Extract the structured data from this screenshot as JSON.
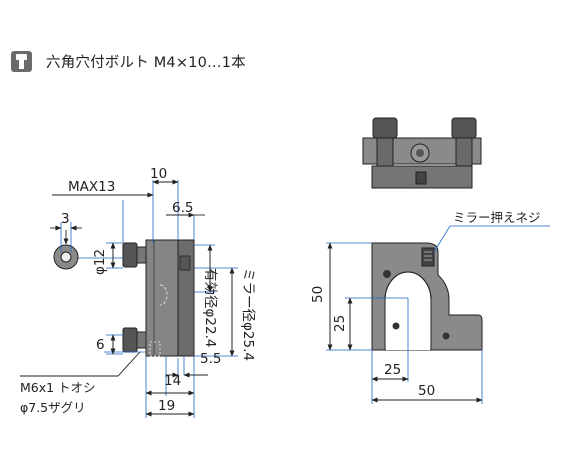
{
  "header": {
    "icon": "hex-bolt-tool-icon",
    "title": "六角穴付ボルト M4×10…1本"
  },
  "side_view": {
    "max_label": "MAX13",
    "dim_top": "10",
    "dim_3": "3",
    "dim_6_5": "6.5",
    "dim_phi12": "φ12",
    "dim_clear_aperture": "有効径φ22.4",
    "dim_mirror_dia": "ミラー径φ25.4",
    "dim_6": "6",
    "dim_5_5": "5.5",
    "dim_14": "14",
    "dim_19": "19",
    "note_thread": "M6x1 トオシ",
    "note_counterbore": "φ7.5ザグリ"
  },
  "front_view": {
    "callout": "ミラー押えネジ",
    "dim_height": "50",
    "dim_center_height": "25",
    "dim_center_width": "25",
    "dim_width": "50"
  },
  "colors": {
    "leader_blue": "#1a64c8",
    "part_fill": "#8a8a8a",
    "part_fill_dark": "#6e6e6e",
    "line": "#222222"
  }
}
